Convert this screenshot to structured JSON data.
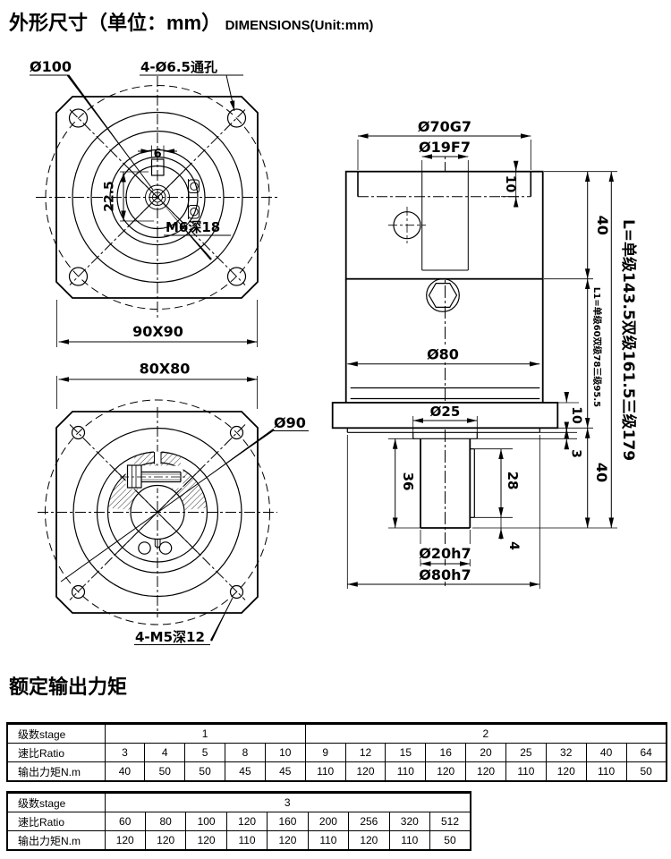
{
  "title": {
    "cn": "外形尺寸（单位：mm）",
    "en": "DIMENSIONS(Unit:mm)"
  },
  "front_view": {
    "bolt_circle": "Ø100",
    "through_holes": "4-Ø6.5通孔",
    "key_width": "6",
    "key_height": "22.5",
    "center_tap": "M6深18",
    "square": "90X90"
  },
  "rear_view": {
    "square": "80X80",
    "spigot": "Ø90",
    "corner_taps": "4-M5深12"
  },
  "side_view": {
    "recess_dia": "Ø70G7",
    "bore_dia": "Ø19F7",
    "recess_depth": "10",
    "input_height": "40",
    "body_dia": "Ø80",
    "boss_dia": "Ø25",
    "flange_thickness": "10",
    "boss_height": "3",
    "shaft_length": "36",
    "key_length": "28",
    "output_height": "40",
    "key_end_offset": "4",
    "shaft_dia": "Ø20h7",
    "spigot_dia": "Ø80h7",
    "total_length": "L=单级143.5双级161.5三级179",
    "l1_length": "L1=单级60双级78三级95.5"
  },
  "torque": {
    "heading": "额定输出力矩"
  },
  "tables": [
    {
      "rows": [
        {
          "label": "级数stage",
          "groups": [
            {
              "value": "1",
              "span": 5
            },
            {
              "value": "2",
              "span": 9
            }
          ]
        },
        {
          "label": "速比Ratio",
          "values": [
            "3",
            "4",
            "5",
            "8",
            "10",
            "9",
            "12",
            "15",
            "16",
            "20",
            "25",
            "32",
            "40",
            "64"
          ]
        },
        {
          "label": "输出力矩N.m",
          "values": [
            "40",
            "50",
            "50",
            "45",
            "45",
            "110",
            "120",
            "110",
            "120",
            "120",
            "110",
            "120",
            "110",
            "50"
          ]
        }
      ]
    },
    {
      "rows": [
        {
          "label": "级数stage",
          "groups": [
            {
              "value": "3",
              "span": 9
            }
          ]
        },
        {
          "label": "速比Ratio",
          "values": [
            "60",
            "80",
            "100",
            "120",
            "160",
            "200",
            "256",
            "320",
            "512"
          ]
        },
        {
          "label": "输出力矩N.m",
          "values": [
            "120",
            "120",
            "120",
            "110",
            "120",
            "110",
            "120",
            "110",
            "50"
          ]
        }
      ]
    }
  ]
}
